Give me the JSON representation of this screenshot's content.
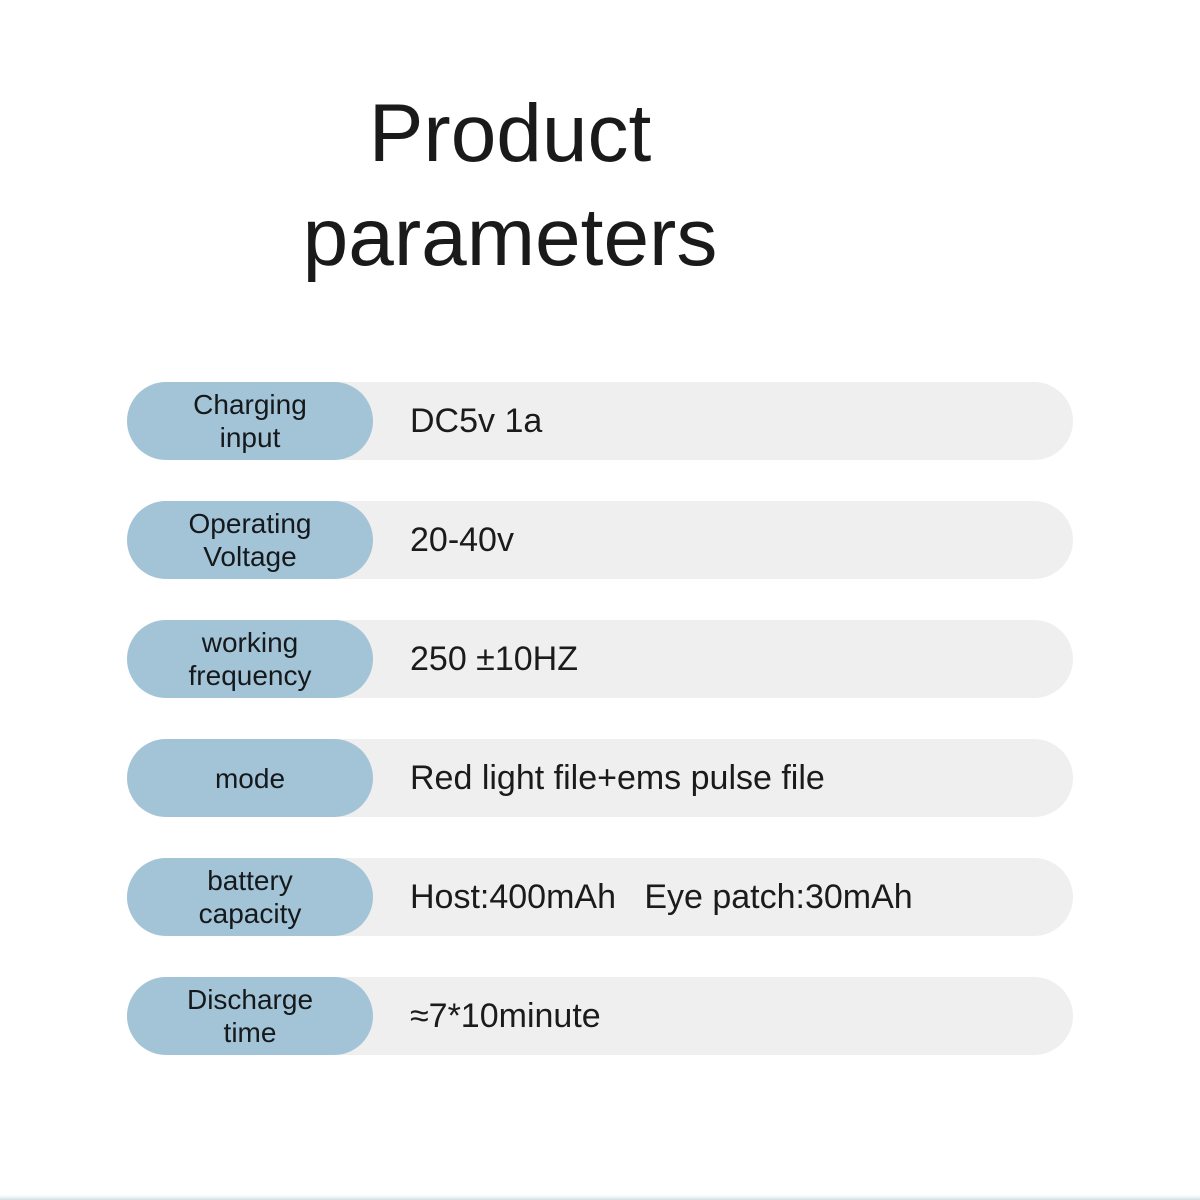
{
  "title": "Product\nparameters",
  "colors": {
    "page_background": "#ffffff",
    "label_pill": "#a3c4d7",
    "value_bar": "#efefef",
    "text": "#1b1b1b"
  },
  "spec_table": {
    "rows": [
      {
        "label": "Charging\ninput",
        "value": "DC5v 1a"
      },
      {
        "label": "Operating\nVoltage",
        "value": "20-40v"
      },
      {
        "label": "working\nfrequency",
        "value": "250 ±10HZ"
      },
      {
        "label": "mode",
        "value": "Red light file+ems pulse file"
      },
      {
        "label": "battery\ncapacity",
        "value": "Host:400mAh   Eye patch:30mAh"
      },
      {
        "label": "Discharge\ntime",
        "value": "≈7*10minute"
      }
    ]
  }
}
